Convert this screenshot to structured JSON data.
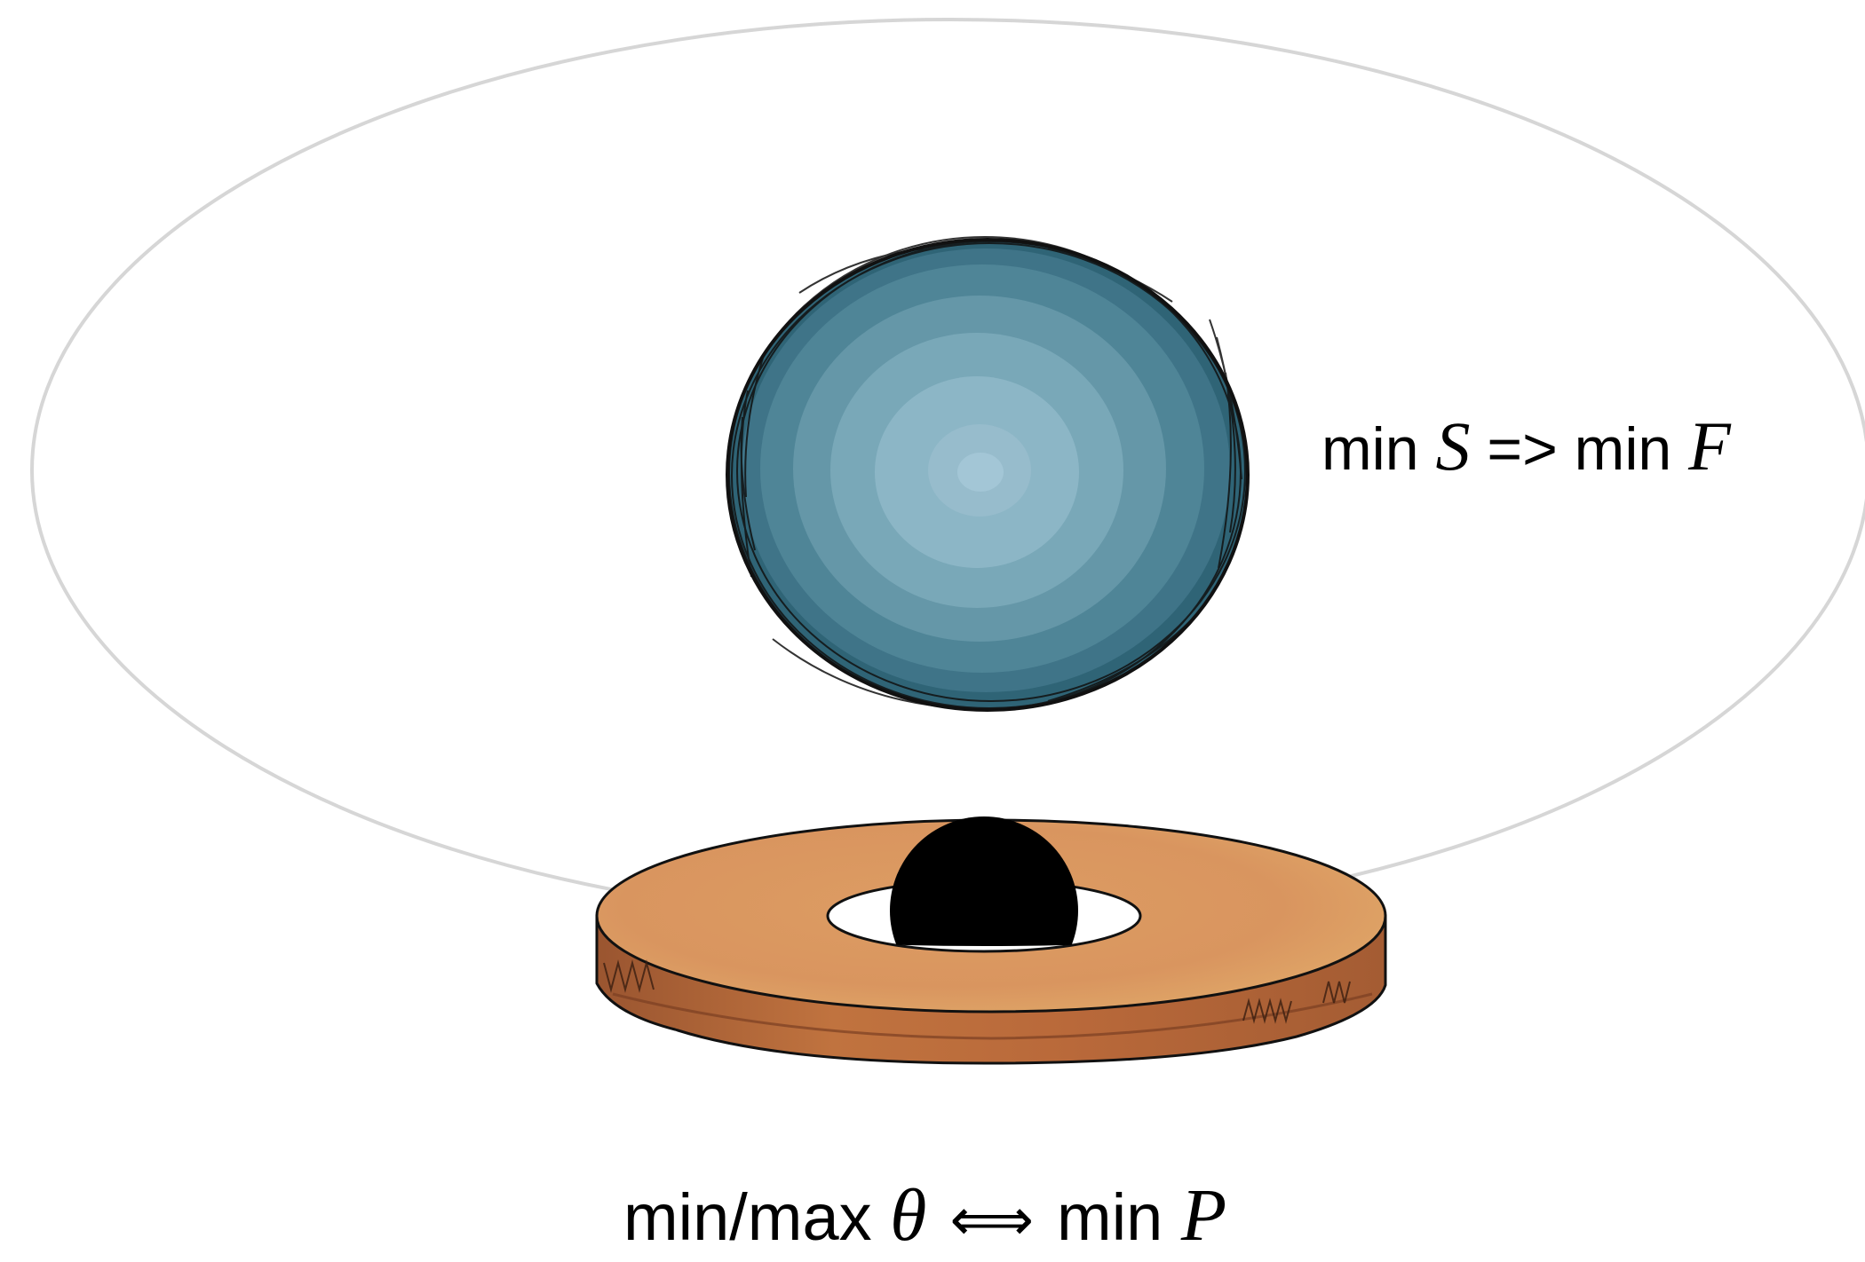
{
  "figure": {
    "orbit": {
      "color": "#d6d6d6"
    },
    "star": {
      "name": "star-sphere",
      "colors": [
        "#2f6476",
        "#3f7488",
        "#4f8597",
        "#6597a8",
        "#79a8b8",
        "#8cb6c6",
        "#a3c6d6"
      ]
    },
    "black_hole": {
      "color": "#000000"
    },
    "disk": {
      "top_color": "#d9955f",
      "top_highlight": "#e1ad6c",
      "rim_color": "#b4683a",
      "rim_dark": "#7a3f22"
    }
  },
  "labels": {
    "top": {
      "prefix": "min ",
      "var1": "S",
      "mid": " => min ",
      "var2": "F"
    },
    "bottom": {
      "prefix": "min/max ",
      "var1": "θ",
      "arrow": "⟺",
      "mid": "min ",
      "var2": "P"
    }
  }
}
